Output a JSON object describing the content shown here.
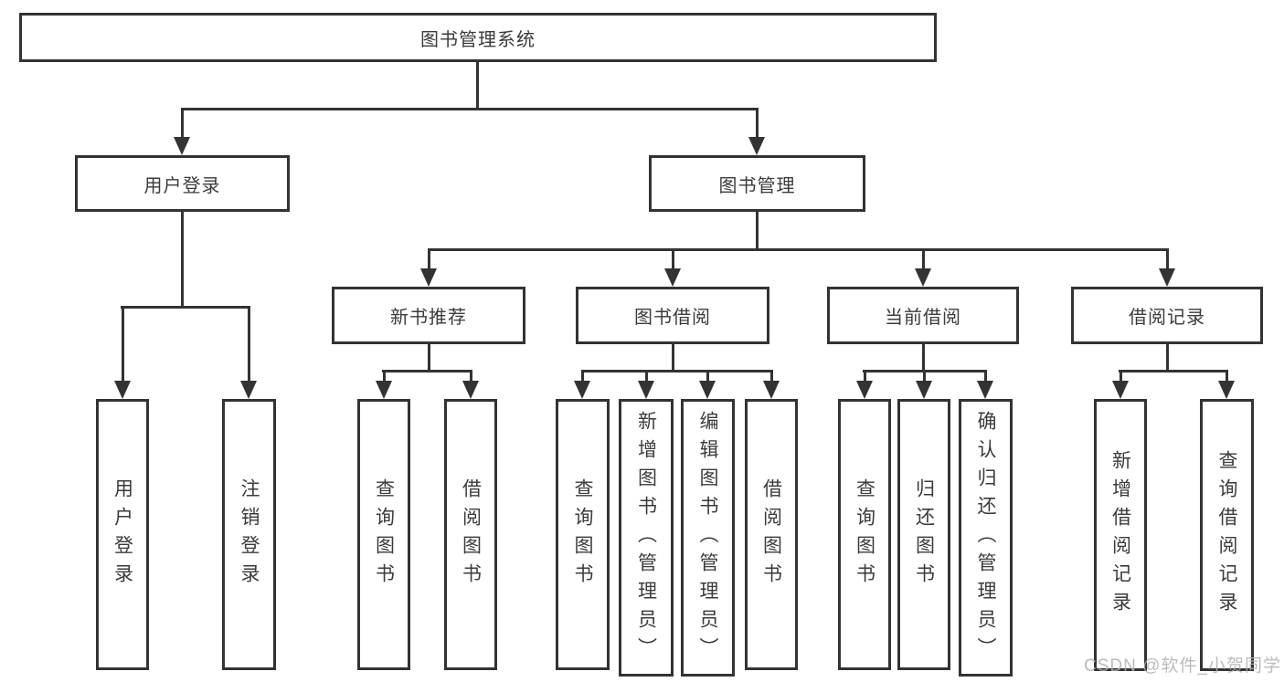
{
  "diagram": {
    "root": {
      "label": "图书管理系统"
    },
    "login": {
      "label": "用户登录",
      "children": [
        "用户登录",
        "注销登录"
      ]
    },
    "management": {
      "label": "图书管理",
      "groups": [
        {
          "label": "新书推荐",
          "children": [
            "查询图书",
            "借阅图书"
          ]
        },
        {
          "label": "图书借阅",
          "children": [
            "查询图书",
            "新增图书（管理员）",
            "编辑图书（管理员）",
            "借阅图书"
          ]
        },
        {
          "label": "当前借阅",
          "children": [
            "查询图书",
            "归还图书",
            "确认归还（管理员）"
          ]
        },
        {
          "label": "借阅记录",
          "children": [
            "新增借阅记录",
            "查询借阅记录"
          ]
        }
      ]
    }
  },
  "watermark": {
    "text": "CSDN @软件_小贺同学"
  },
  "colors": {
    "line": "#333333",
    "text": "#3b3b3b",
    "watermark": "#b0b0b0",
    "background": "#ffffff"
  }
}
